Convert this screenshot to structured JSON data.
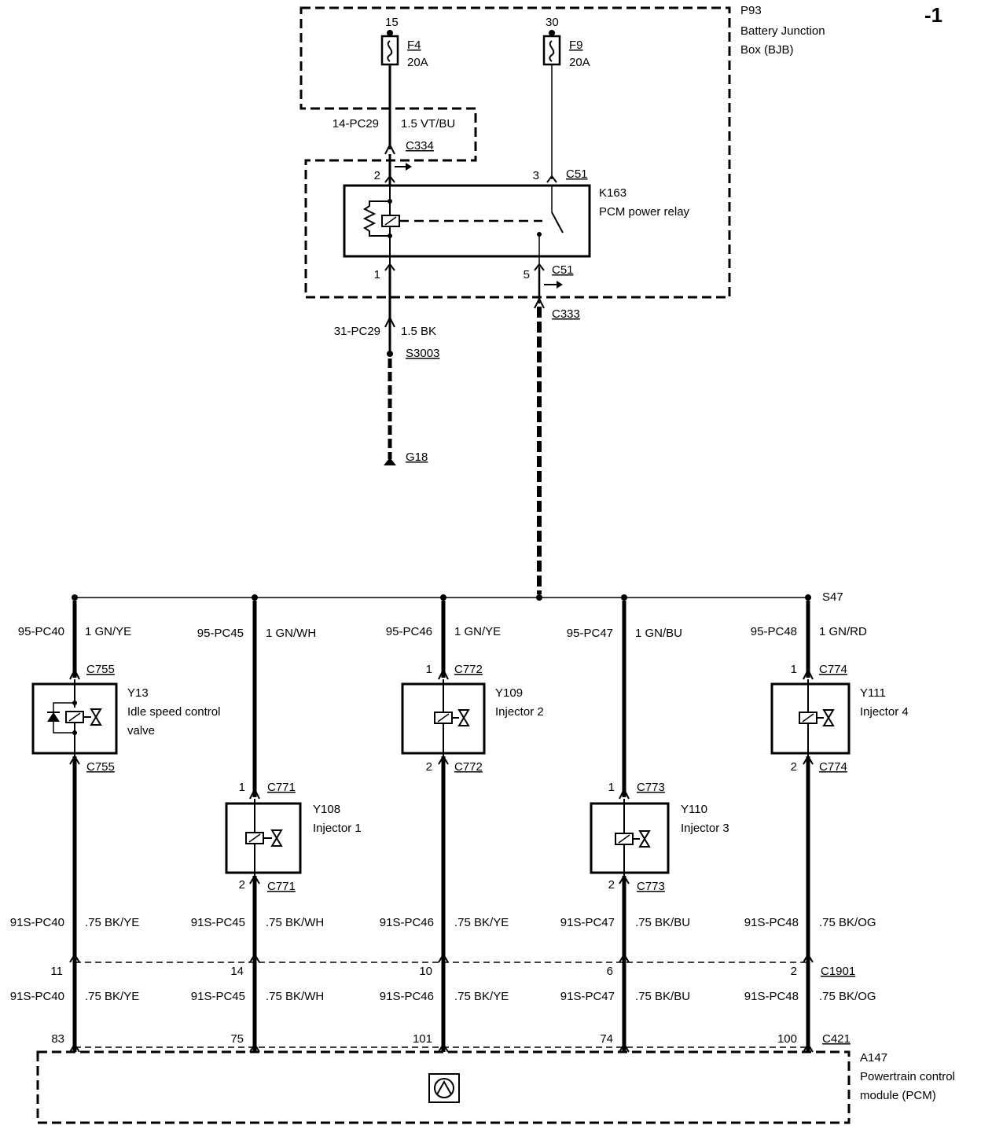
{
  "page_marker": "-1",
  "bjb": {
    "ref": "P93",
    "line1": "Battery Junction",
    "line2": "Box (BJB)"
  },
  "fuse_f4": {
    "pin": "15",
    "name": "F4",
    "rating": "20A"
  },
  "fuse_f9": {
    "pin": "30",
    "name": "F9",
    "rating": "20A"
  },
  "wire_top": {
    "circuit": "14-PC29",
    "spec": "1.5 VT/BU",
    "connector": "C334"
  },
  "relay": {
    "ref": "K163",
    "name": "PCM power relay",
    "pin_2": "2",
    "pin_3": "3",
    "pin_1": "1",
    "pin_5": "5",
    "conn_top": "C51",
    "conn_bottom": "C51"
  },
  "ground_wire": {
    "circuit": "31-PC29",
    "spec": "1.5 BK",
    "splice": "S3003",
    "ground": "G18"
  },
  "feed_connector": "C333",
  "splice_bus": "S47",
  "branches": [
    {
      "circuit": "95-PC40",
      "spec": "1 GN/YE",
      "pin_top": "",
      "conn_top": "C755",
      "pin_bottom": "",
      "conn_bottom": "C755",
      "ref": "Y13",
      "name1": "Idle speed control",
      "name2": "valve",
      "ret_circuit": "91S-PC40",
      "ret_spec": ".75 BK/YE",
      "c1901_pin": "11",
      "ret2_circuit": "91S-PC40",
      "ret2_spec": ".75 BK/YE",
      "pcm_pin": "83"
    },
    {
      "circuit": "95-PC45",
      "spec": "1 GN/WH",
      "pin_top": "1",
      "conn_top": "C771",
      "pin_bottom": "2",
      "conn_bottom": "C771",
      "ref": "Y108",
      "name1": "Injector 1",
      "name2": "",
      "ret_circuit": "91S-PC45",
      "ret_spec": ".75 BK/WH",
      "c1901_pin": "14",
      "ret2_circuit": "91S-PC45",
      "ret2_spec": ".75 BK/WH",
      "pcm_pin": "75"
    },
    {
      "circuit": "95-PC46",
      "spec": "1 GN/YE",
      "pin_top": "1",
      "conn_top": "C772",
      "pin_bottom": "2",
      "conn_bottom": "C772",
      "ref": "Y109",
      "name1": "Injector 2",
      "name2": "",
      "ret_circuit": "91S-PC46",
      "ret_spec": ".75 BK/YE",
      "c1901_pin": "10",
      "ret2_circuit": "91S-PC46",
      "ret2_spec": ".75 BK/YE",
      "pcm_pin": "101"
    },
    {
      "circuit": "95-PC47",
      "spec": "1 GN/BU",
      "pin_top": "1",
      "conn_top": "C773",
      "pin_bottom": "2",
      "conn_bottom": "C773",
      "ref": "Y110",
      "name1": "Injector 3",
      "name2": "",
      "ret_circuit": "91S-PC47",
      "ret_spec": ".75 BK/BU",
      "c1901_pin": "6",
      "ret2_circuit": "91S-PC47",
      "ret2_spec": ".75 BK/BU",
      "pcm_pin": "74"
    },
    {
      "circuit": "95-PC48",
      "spec": "1 GN/RD",
      "pin_top": "1",
      "conn_top": "C774",
      "pin_bottom": "2",
      "conn_bottom": "C774",
      "ref": "Y111",
      "name1": "Injector 4",
      "name2": "",
      "ret_circuit": "91S-PC48",
      "ret_spec": ".75 BK/OG",
      "c1901_pin": "2",
      "ret2_circuit": "91S-PC48",
      "ret2_spec": ".75 BK/OG",
      "pcm_pin": "100"
    }
  ],
  "inline_connector": "C1901",
  "pcm_connector": "C421",
  "pcm": {
    "ref": "A147",
    "line1": "Powertrain control",
    "line2": "module (PCM)"
  }
}
